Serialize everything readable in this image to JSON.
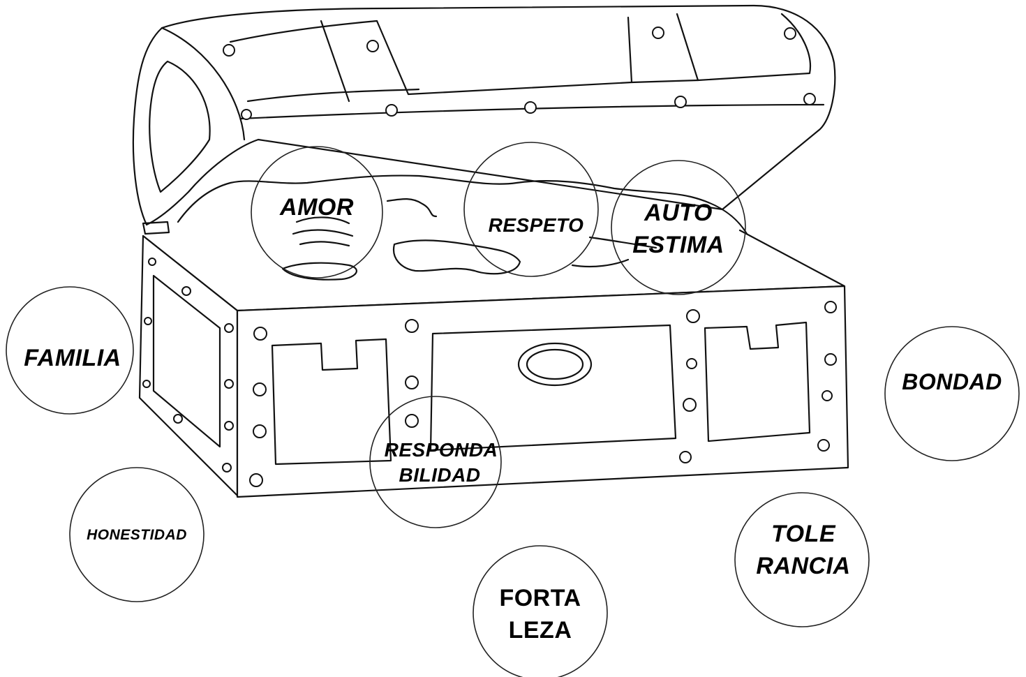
{
  "values": {
    "amor": "AMOR",
    "respeto": "RESPETO",
    "autoestima": [
      "AUTO",
      "ESTIMA"
    ],
    "familia": "FAMILIA",
    "responsabilidad": [
      "RESPONDA",
      "BILIDAD"
    ],
    "bondad": "BONDAD",
    "honestidad": "HONESTIDAD",
    "tolerancia": [
      "TOLE",
      "RANCIA"
    ],
    "fortaleza": [
      "FORTA",
      "LEZA"
    ]
  },
  "colors": {
    "line": "#111111",
    "background": "#ffffff"
  }
}
